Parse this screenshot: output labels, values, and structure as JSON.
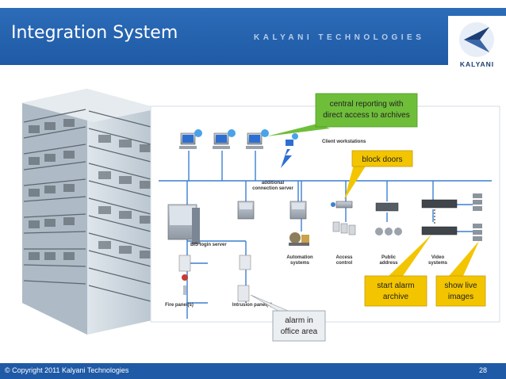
{
  "header": {
    "title": "Integration System",
    "company": "KALYANI TECHNOLOGIES",
    "logo_text": "KALYANI"
  },
  "diagram": {
    "labels": {
      "client_workstations": "Client workstations",
      "additional_server_line1": "additional",
      "additional_server_line2": "connection server",
      "bis_login_server": "BIS login server",
      "fire_panels": "Fire panel(s)",
      "intrusion_panels": "Intrusion panel(s)",
      "automation_line1": "Automation",
      "automation_line2": "systems",
      "access_line1": "Access",
      "access_line2": "control",
      "public_line1": "Public",
      "public_line2": "address",
      "video_line1": "Video",
      "video_line2": "systems"
    },
    "callouts": {
      "central_line1": "central reporting with",
      "central_line2": "direct access to archives",
      "block_doors": "block doors",
      "start_alarm_line1": "start alarm",
      "start_alarm_line2": "archive",
      "show_live_line1": "show live",
      "show_live_line2": "images",
      "alarm_office_line1": "alarm in",
      "alarm_office_line2": "office area"
    },
    "colors": {
      "green_callout": "#6fbe3a",
      "yellow_callout": "#f3c500",
      "header_blue": "#1f5aa6"
    }
  },
  "footer": {
    "copyright": "© Copyright 2011 Kalyani Technologies",
    "page_number": "28"
  }
}
